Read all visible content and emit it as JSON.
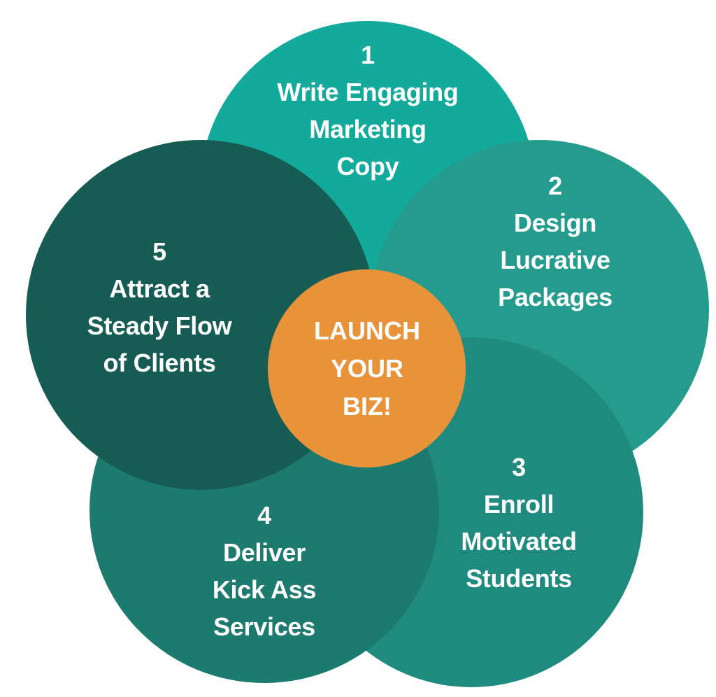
{
  "diagram": {
    "center": {
      "lines": [
        "LAUNCH",
        "YOUR",
        "BIZ!"
      ],
      "color": "#e8923a"
    },
    "steps": [
      {
        "number": "1",
        "lines": [
          "Write Engaging",
          "Marketing",
          "Copy"
        ],
        "color": "#13aa9c"
      },
      {
        "number": "2",
        "lines": [
          "Design",
          "Lucrative",
          "Packages"
        ],
        "color": "#259b8e"
      },
      {
        "number": "3",
        "lines": [
          "Enroll",
          "Motivated",
          "Students"
        ],
        "color": "#1f8a7e"
      },
      {
        "number": "4",
        "lines": [
          "Deliver",
          "Kick Ass",
          "Services"
        ],
        "color": "#1c7a6e"
      },
      {
        "number": "5",
        "lines": [
          "Attract a",
          "Steady Flow",
          "of Clients"
        ],
        "color": "#165c54"
      }
    ]
  }
}
